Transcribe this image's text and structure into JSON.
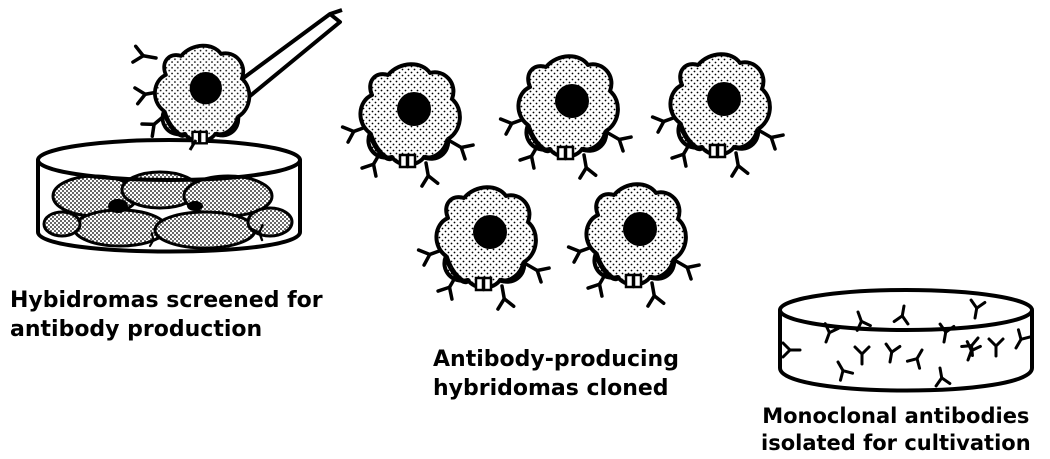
{
  "captions": {
    "screened": {
      "line1": "Hybidromas screened for",
      "line2": "antibody  production"
    },
    "cloned": {
      "line1": "Antibody-producing",
      "line2": "hybridomas cloned"
    },
    "isolated": {
      "line1": "Monoclonal antibodies",
      "line2": "isolated for cultivation"
    }
  },
  "colors": {
    "ink": "#000000",
    "paper": "#ffffff"
  }
}
